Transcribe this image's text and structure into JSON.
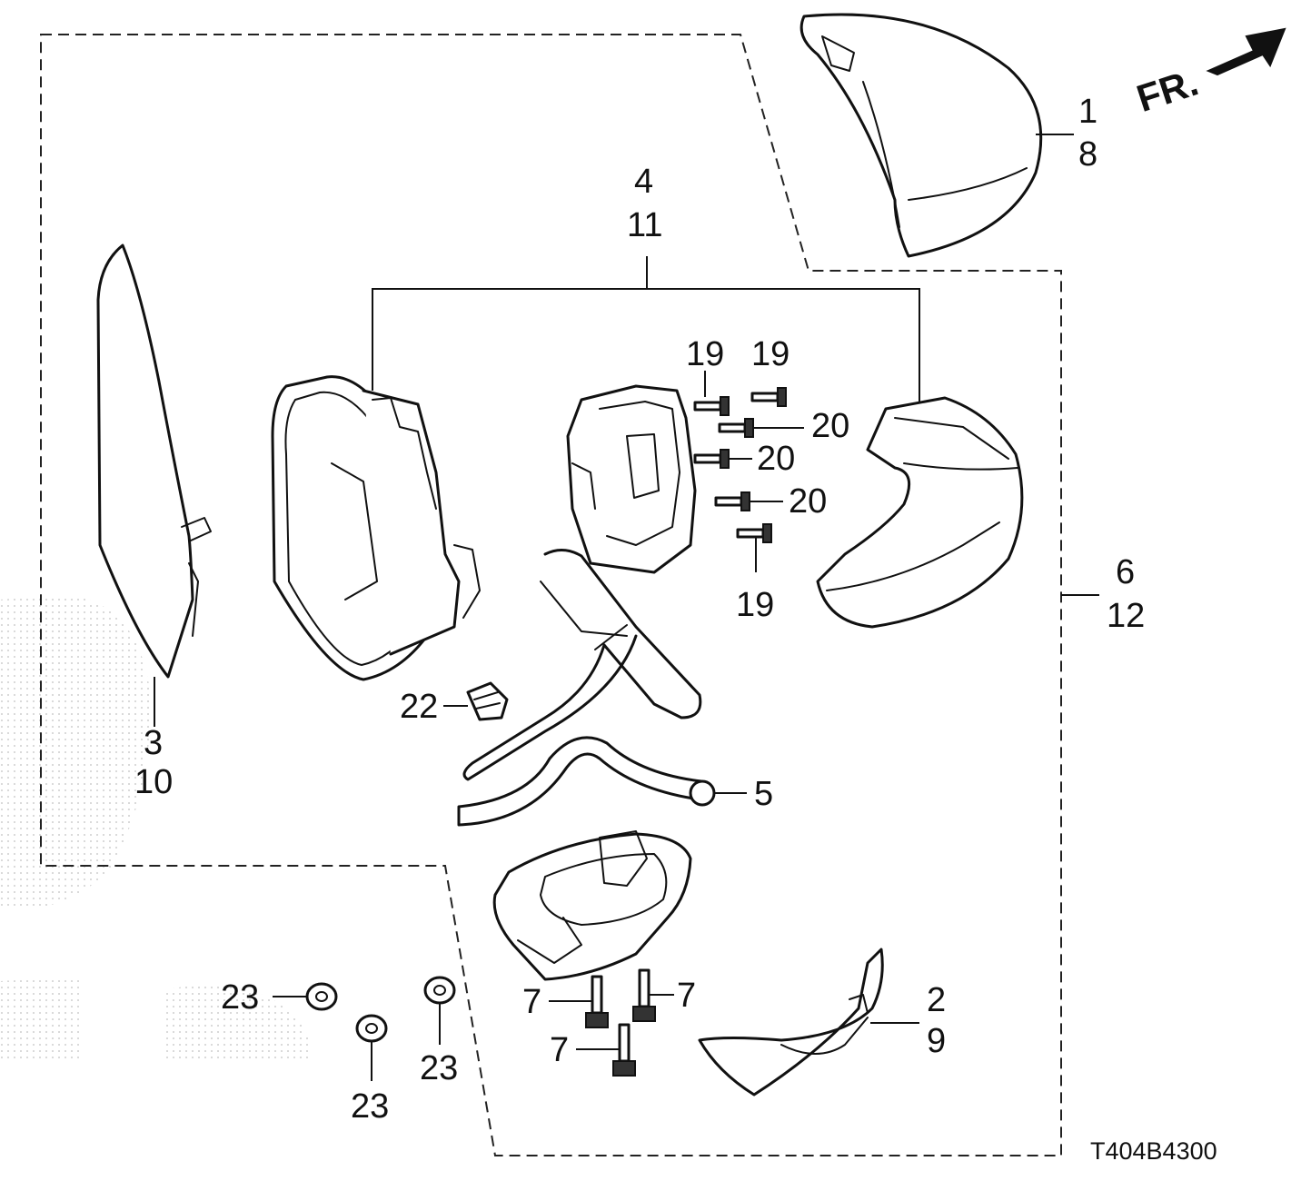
{
  "diagram": {
    "direction_label": "FR.",
    "drawing_code": "T404B4300",
    "callouts": {
      "c1": "1",
      "c8": "8",
      "c4": "4",
      "c11": "11",
      "c6": "6",
      "c12": "12",
      "c3": "3",
      "c10": "10",
      "c19a": "19",
      "c19b": "19",
      "c19c": "19",
      "c20a": "20",
      "c20b": "20",
      "c20c": "20",
      "c22": "22",
      "c5": "5",
      "c2": "2",
      "c9": "9",
      "c7a": "7",
      "c7b": "7",
      "c7c": "7",
      "c23a": "23",
      "c23b": "23",
      "c23c": "23"
    }
  }
}
